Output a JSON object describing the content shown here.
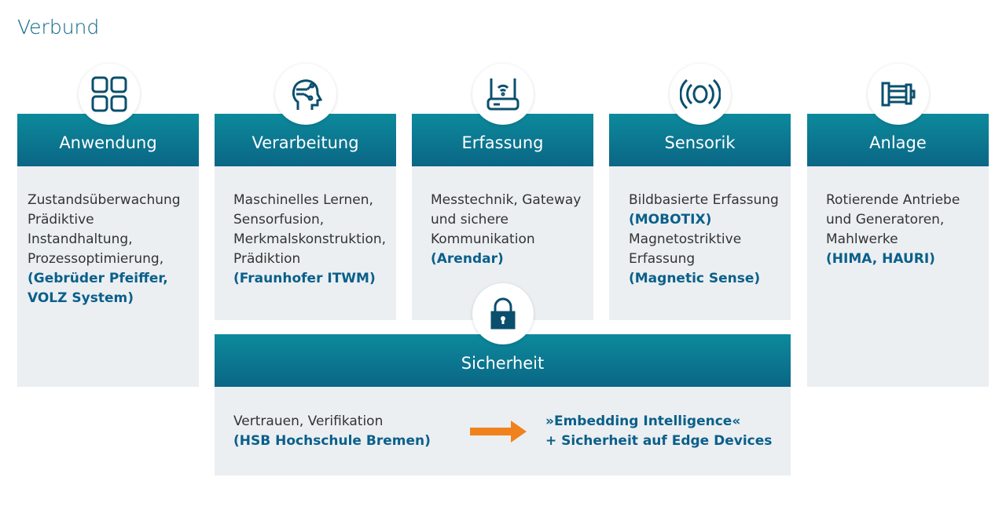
{
  "title": "Verbund",
  "columns": [
    {
      "name": "Anwendung",
      "icon": "apps-grid-icon",
      "lines": [
        "Zustandsüberwachung",
        "Prädiktive",
        "Instandhaltung,",
        "Prozessoptimierung,"
      ],
      "partners": [
        "(Gebrüder Pfeiffer,",
        "VOLZ System)"
      ]
    },
    {
      "name": "Verarbeitung",
      "icon": "ai-head-icon",
      "lines": [
        "Maschinelles Lernen,",
        "Sensorfusion,",
        "Merkmalskonstruktion,",
        "Prädiktion"
      ],
      "partners": [
        "(Fraunhofer ITWM)"
      ]
    },
    {
      "name": "Erfassung",
      "icon": "router-icon",
      "lines": [
        "Messtechnik, Gateway",
        "und sichere",
        "Kommunikation"
      ],
      "partners": [
        "(Arendar)"
      ]
    },
    {
      "name": "Sensorik",
      "icon": "sensor-icon",
      "lines": [
        "Bildbasierte Erfassung"
      ],
      "partners": [
        "(MOBOTIX)"
      ],
      "lines2": [
        "Magnetostriktive",
        "Erfassung"
      ],
      "partners2": [
        "(Magnetic Sense)"
      ]
    },
    {
      "name": "Anlage",
      "icon": "motor-icon",
      "lines": [
        "Rotierende Antriebe",
        "und Generatoren,",
        "Mahlwerke"
      ],
      "partners": [
        "(HIMA, HAURI)"
      ]
    }
  ],
  "security": {
    "name": "Sicherheit",
    "icon": "lock-icon",
    "lines": [
      "Vertrauen, Verifikation"
    ],
    "partners": [
      "(HSB Hochschule Bremen)"
    ],
    "result": [
      "»Embedding Intelligence«",
      "+ Sicherheit auf Edge Devices"
    ],
    "arrow_color": "#f0821e"
  }
}
